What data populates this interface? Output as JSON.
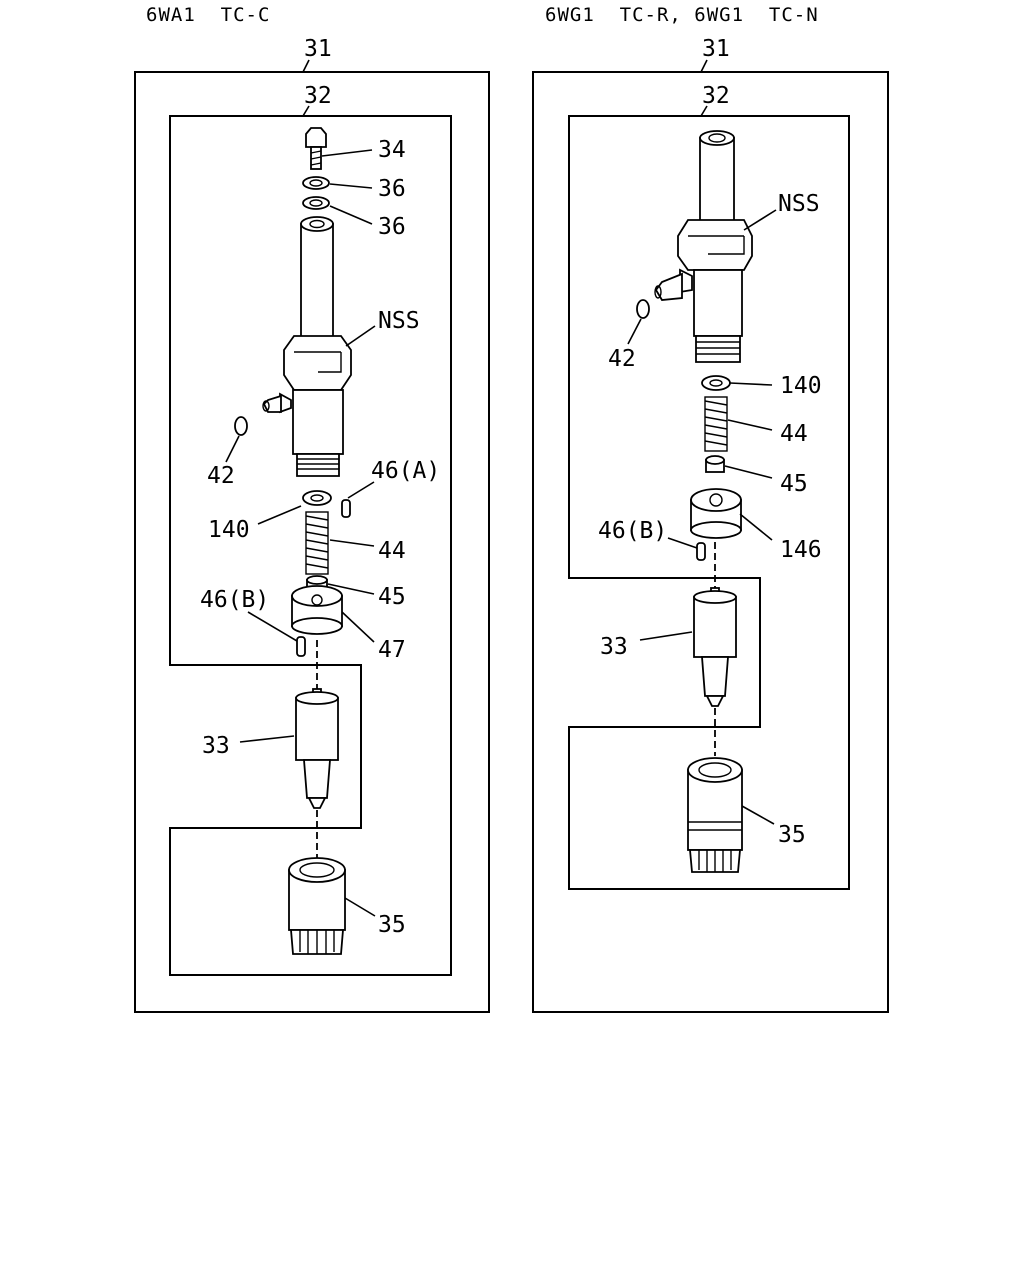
{
  "titles": {
    "left": "6WA1  TC-C",
    "right": "6WG1  TC-R, 6WG1  TC-N"
  },
  "left_assembly": {
    "labels": {
      "assembly": "31",
      "holder": "32",
      "bolt": "34",
      "washer_upper": "36",
      "washer_lower": "36",
      "nss": "NSS",
      "o_ring": "42",
      "pin_a": "46(A)",
      "washer_140": "140",
      "spring": "44",
      "pin_b": "46(B)",
      "seat": "45",
      "spacer": "47",
      "nozzle": "33",
      "nut": "35"
    }
  },
  "right_assembly": {
    "labels": {
      "assembly": "31",
      "holder": "32",
      "nss": "NSS",
      "o_ring": "42",
      "washer_140": "140",
      "spring": "44",
      "seat": "45",
      "pin_b": "46(B)",
      "spacer": "146",
      "nozzle": "33",
      "nut": "35"
    }
  }
}
